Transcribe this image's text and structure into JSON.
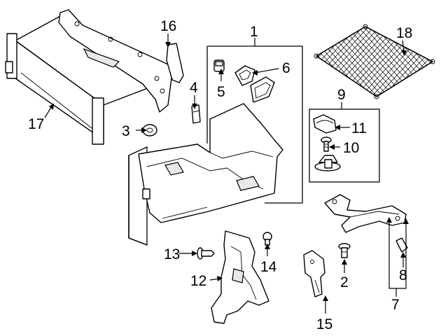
{
  "diagram": {
    "callouts": [
      {
        "id": "1",
        "label": "1"
      },
      {
        "id": "2",
        "label": "2"
      },
      {
        "id": "3",
        "label": "3"
      },
      {
        "id": "4",
        "label": "4"
      },
      {
        "id": "5",
        "label": "5"
      },
      {
        "id": "6",
        "label": "6"
      },
      {
        "id": "7",
        "label": "7"
      },
      {
        "id": "8",
        "label": "8"
      },
      {
        "id": "9",
        "label": "9"
      },
      {
        "id": "10",
        "label": "10"
      },
      {
        "id": "11",
        "label": "11"
      },
      {
        "id": "12",
        "label": "12"
      },
      {
        "id": "13",
        "label": "13"
      },
      {
        "id": "14",
        "label": "14"
      },
      {
        "id": "15",
        "label": "15"
      },
      {
        "id": "16",
        "label": "16"
      },
      {
        "id": "17",
        "label": "17"
      },
      {
        "id": "18",
        "label": "18"
      }
    ]
  }
}
